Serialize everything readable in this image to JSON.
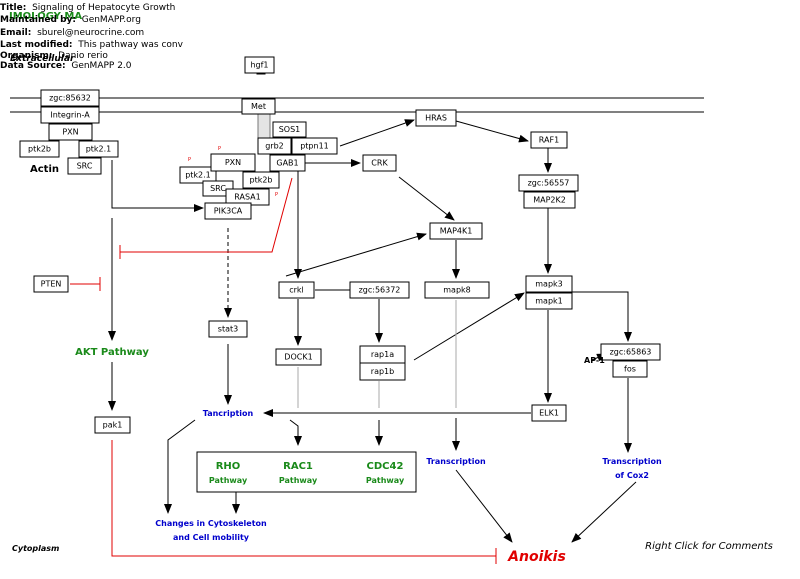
{
  "header": {
    "title_key": "Title:",
    "title_val": "Signaling of Hepatocyte Growth",
    "maint_key": "Maintained by:",
    "maint_val": "GenMAPP.org",
    "email_key": "Email:",
    "email_val": "sburel@neurocrine.com",
    "modified_key": "Last modified:",
    "modified_val": "This pathway was conv",
    "organism_key": "Organism:",
    "organism_val": "Danio rerio",
    "source_key": "Data Source:",
    "source_val": "GenMAPP 2.0",
    "overlay_green": "IMOLOGY MA",
    "overlay_extracellular": "Extracellular"
  },
  "labels": {
    "actin": "Actin",
    "akt": "AKT Pathway",
    "ap1": "AP-1",
    "transcription_left": "Tancription",
    "transcription_mid": "Transcription",
    "transcription_cox_1": "Transcription",
    "transcription_cox_2": "of Cox2",
    "cytoskeleton_1": "Changes in Cytoskeleton",
    "cytoskeleton_2": "and Cell mobility",
    "anoikis": "Anoikis",
    "cytoplasm": "Cytoplasm",
    "right_click": "Right Click for Comments",
    "rho": "RHO",
    "rac1": "RAC1",
    "cdc42": "CDC42",
    "pathway": "Pathway",
    "p": "P"
  },
  "nodes": {
    "hgf1": "hgf1",
    "zgc85632": "zgc:85632",
    "integrin": "Integrin-A",
    "pxn_left": "PXN",
    "ptk2b_left": "ptk2b",
    "ptk21_left": "ptk2.1",
    "src_left": "SRC",
    "met": "Met",
    "sos1": "SOS1",
    "grb2": "grb2",
    "ptpn11": "ptpn11",
    "gab1": "GAB1",
    "hras": "HRAS",
    "raf1": "RAF1",
    "crk": "CRK",
    "zgc56557": "zgc:56557",
    "map2k2": "MAP2K2",
    "pxn_mid": "PXN",
    "ptk21_mid": "ptk2.1",
    "ptk2b_mid": "ptk2b",
    "src_mid": "SRC",
    "rasa1": "RASA1",
    "pik3ca": "PIK3CA",
    "map4k1": "MAP4K1",
    "pten": "PTEN",
    "crkl": "crkl",
    "zgc56372": "zgc:56372",
    "mapk8": "mapk8",
    "mapk3": "mapk3",
    "mapk1": "mapk1",
    "stat3": "stat3",
    "dock1": "DOCK1",
    "rap1a": "rap1a",
    "rap1b": "rap1b",
    "zgc65863": "zgc:65863",
    "fos": "fos",
    "elk1": "ELK1",
    "pak1": "pak1"
  },
  "colors": {
    "green": "#1a8a1a",
    "blue": "#0000cc",
    "red": "#e00000",
    "black": "#000000",
    "grey": "#999999"
  }
}
